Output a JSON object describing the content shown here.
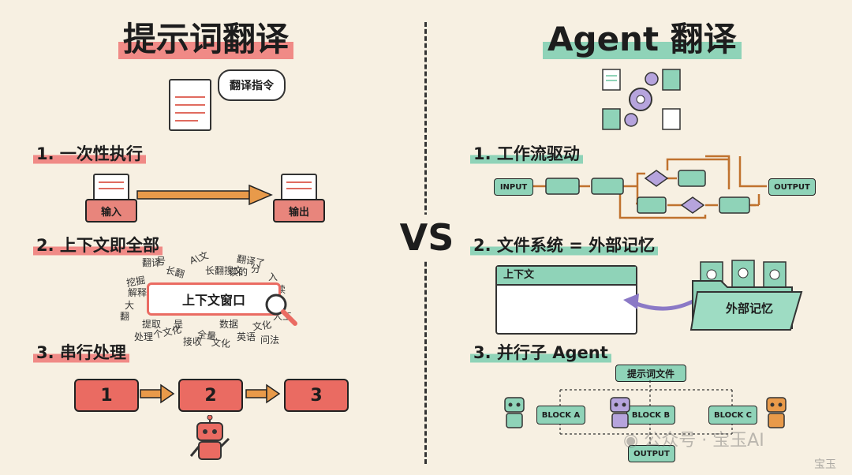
{
  "left": {
    "title": "提示词翻译",
    "speech": "翻译指令",
    "s1": {
      "title": "1. 一次性执行",
      "input": "输入",
      "output": "输出"
    },
    "s2": {
      "title": "2. 上下文即全部",
      "window": "上下文窗口",
      "scatter": [
        "翻译",
        "A\\文",
        "翻译了",
        "挖掘",
        "入",
        "大",
        "个文化",
        "全量",
        "英语",
        "长翻",
        "提取",
        "长翻搜文",
        "人工",
        "文化",
        "读",
        "解释",
        "是",
        "数据",
        "文化",
        "问法",
        "接收",
        "翻",
        "读的",
        "号",
        "分",
        "处理"
      ]
    },
    "s3": {
      "title": "3. 串行处理",
      "steps": [
        "1",
        "2",
        "3"
      ]
    }
  },
  "vs": "VS",
  "right": {
    "title": "Agent 翻译",
    "s1": {
      "title": "1. 工作流驱动",
      "input": "INPUT",
      "output": "OUTPUT"
    },
    "s2": {
      "title": "2. 文件系统 = 外部记忆",
      "context": "上下文",
      "memory": "外部记忆"
    },
    "s3": {
      "title": "3. 并行子 Agent",
      "prompt_file": "提示词文件",
      "blocks": [
        "BLOCK A",
        "BLOCK B",
        "BLOCK C"
      ],
      "output": "OUTPUT"
    }
  },
  "watermark": {
    "main": "公众号 · 宝玉AI",
    "corner": "宝玉"
  },
  "colors": {
    "red": "#ea6b62",
    "green": "#8fd3b8",
    "purple": "#b6a4dd",
    "orange": "#e89a4a",
    "bg": "#f7f0e2"
  }
}
